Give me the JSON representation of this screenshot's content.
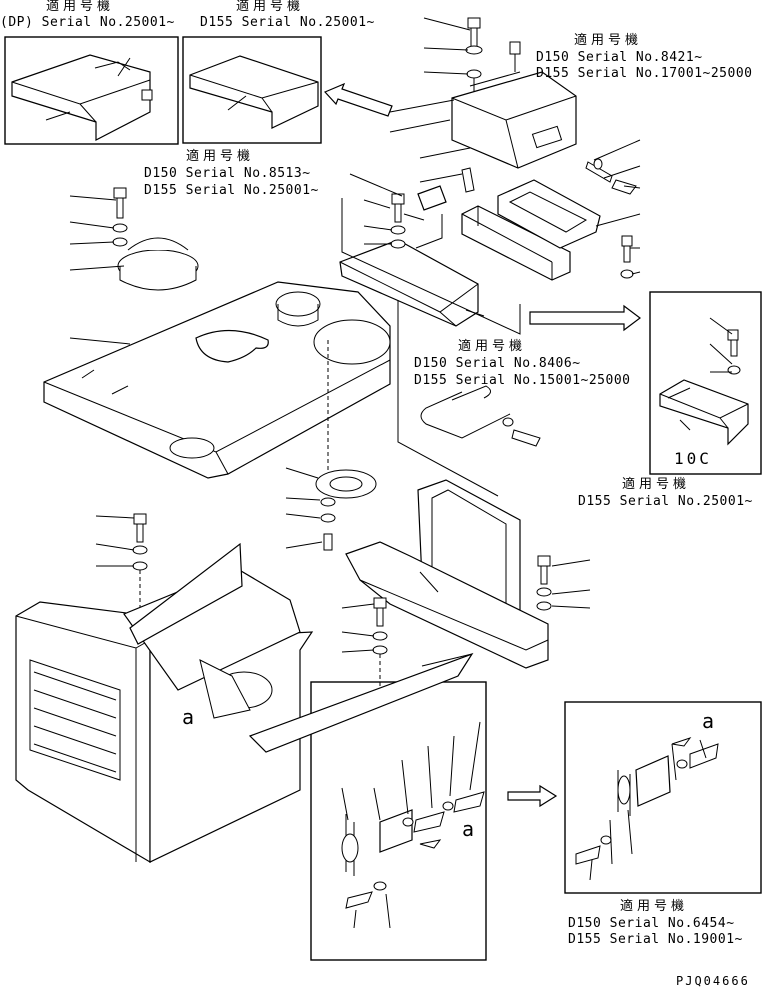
{
  "callouts": [
    {
      "id": "inset_dp",
      "title": "適用号機",
      "lines": [
        "(DP) Serial No.25001~"
      ]
    },
    {
      "id": "inset_d155_top",
      "title": "適用号機",
      "lines": [
        "D155 Serial No.25001~"
      ]
    },
    {
      "id": "top_right",
      "title": "適用号機",
      "lines": [
        "D150 Serial No.8421~",
        "D155 Serial No.17001~25000"
      ]
    },
    {
      "id": "middle_left",
      "title": "適用号機",
      "lines": [
        "D150 Serial No.8513~",
        "D155 Serial No.25001~"
      ]
    },
    {
      "id": "middle_center",
      "title": "適用号機",
      "lines": [
        "D150 Serial No.8406~",
        "D155 Serial No.15001~25000"
      ]
    },
    {
      "id": "right_inset",
      "title": "適用号機",
      "lines": [
        "D155 Serial No.25001~"
      ]
    },
    {
      "id": "bottom_right",
      "title": "適用号機",
      "lines": [
        "D150 Serial No.6454~",
        "D155 Serial No.19001~"
      ]
    }
  ],
  "markers": {
    "ref_a": "a",
    "view_10c": "10C"
  },
  "drawing_number": "PJQ04666"
}
